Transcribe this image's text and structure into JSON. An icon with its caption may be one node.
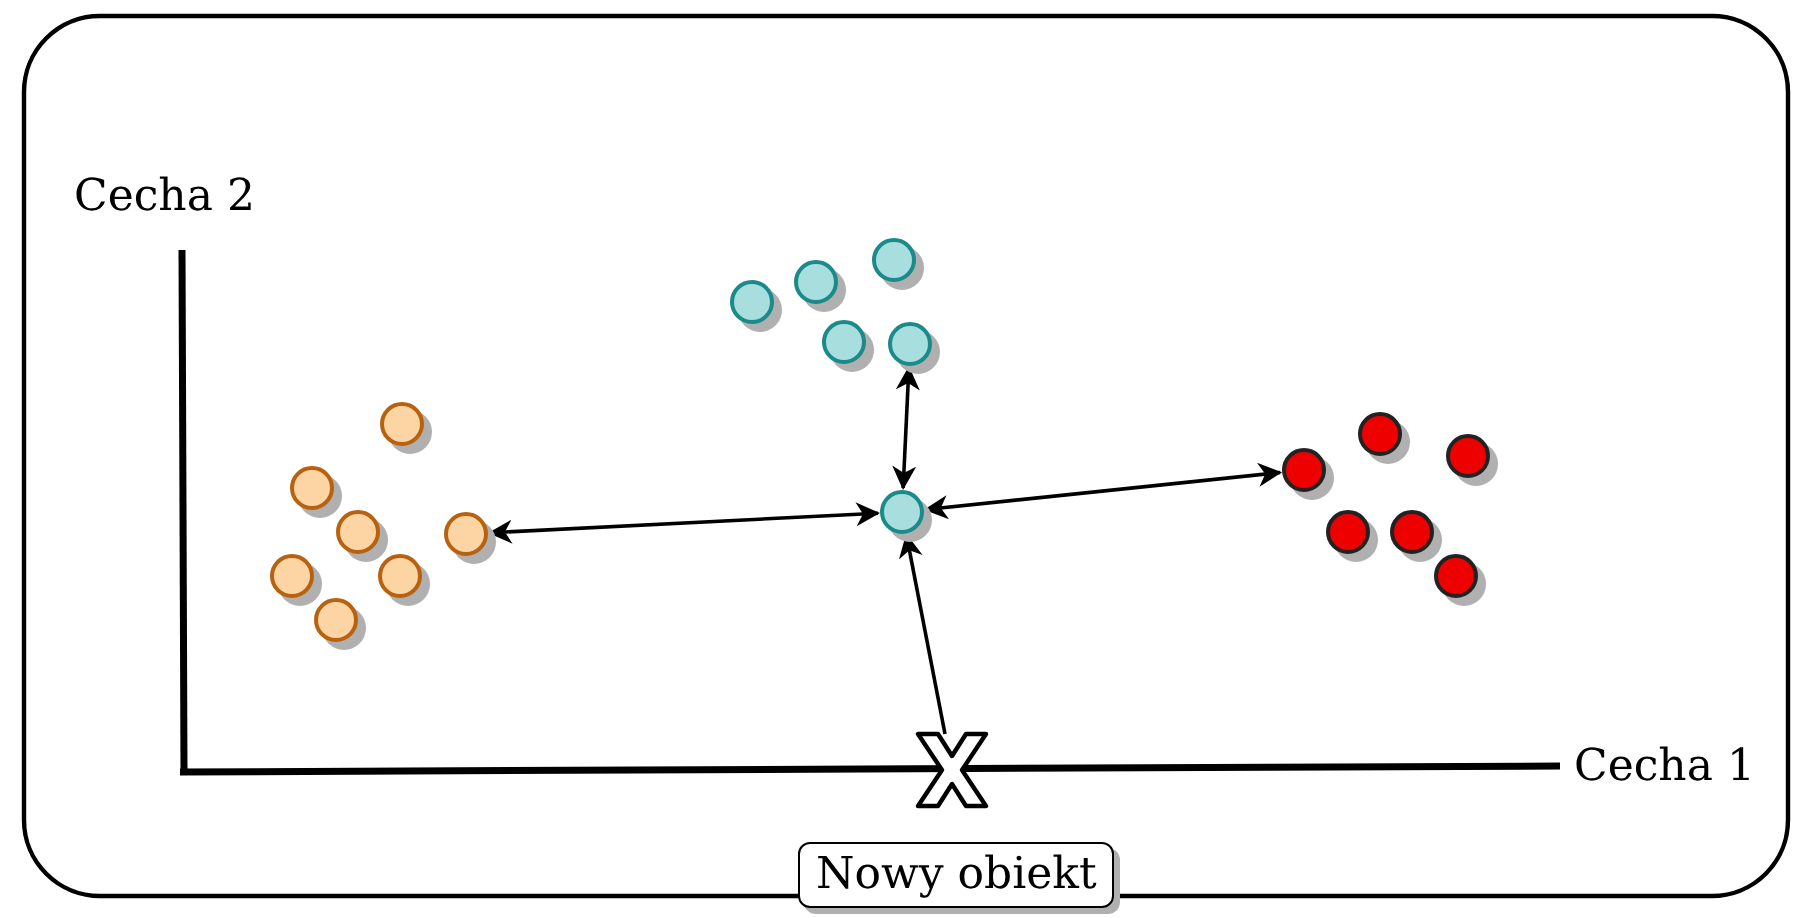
{
  "diagram": {
    "nodes": [
      {
        "text": [],
        "shape": "circle"
      },
      {
        "text": [],
        "shape": "circle"
      },
      {
        "text": [],
        "shape": "circle"
      },
      {
        "text": [],
        "shape": "circle"
      },
      {
        "text": [],
        "shape": "circle"
      },
      {
        "text": [],
        "shape": "circle"
      },
      {
        "text": [],
        "shape": "circle"
      },
      {
        "text": [],
        "shape": "circle"
      },
      {
        "text": [],
        "shape": "circle"
      },
      {
        "text": [],
        "shape": "circle"
      },
      {
        "text": [],
        "shape": "circle"
      },
      {
        "text": [],
        "shape": "circle"
      },
      {
        "text": [],
        "shape": "circle"
      },
      {
        "text": [],
        "shape": "circle"
      },
      {
        "text": [],
        "shape": "circle"
      },
      {
        "text": [],
        "shape": "circle"
      },
      {
        "text": [],
        "shape": "circle"
      },
      {
        "text": [],
        "shape": "circle"
      },
      {
        "text": [],
        "shape": "circle"
      },
      {
        "text": [],
        "shape": "cross"
      },
      {
        "text": [
          "Nowy obiekt"
        ]
      }
    ],
    "edges": [
      {
        "from": 12,
        "to": 3,
        "arrow": "both"
      },
      {
        "from": 12,
        "to": 11,
        "arrow": "both"
      },
      {
        "from": 12,
        "to": 13,
        "arrow": "both"
      },
      {
        "from": 19,
        "to": 12,
        "arrow": "to"
      }
    ],
    "labels": [
      "Cecha 2",
      "Cecha 1"
    ]
  }
}
